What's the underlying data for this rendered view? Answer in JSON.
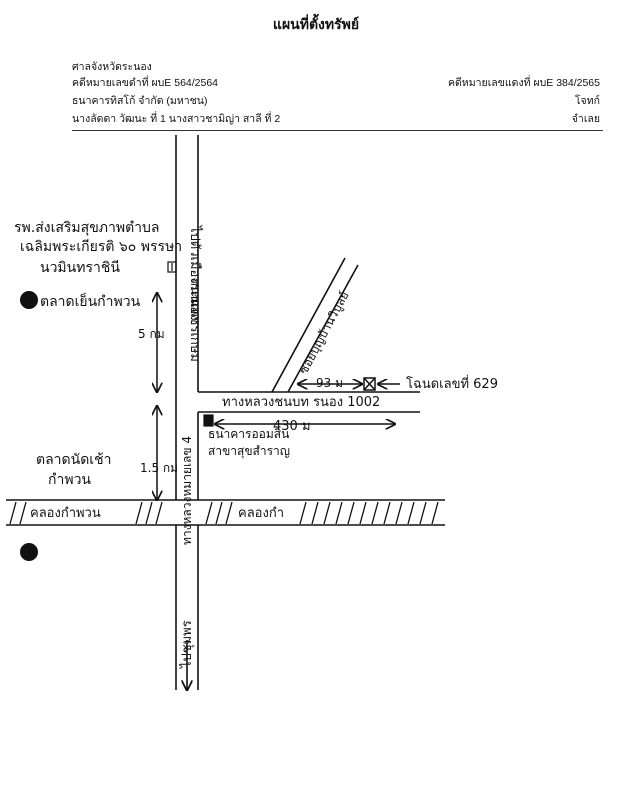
{
  "document": {
    "title": "แผนที่ตั้งทรัพย์",
    "court": "ศาลจังหวัดระนอง",
    "black_case": "คดีหมายเลขดำที่ ผบE 564/2564",
    "red_case": "คดีหมายเลขแดงที่ ผบE 384/2565",
    "plaintiff": "ธนาคารทิสโก้ จำกัด (มหาชน)",
    "plaintiff_role": "โจทก์",
    "defendant": "นางลัดดา วัฒนะ ที่ 1 นางสาวชามิญ่า สาลี ที่ 2",
    "defendant_role": "จำเลย"
  },
  "map": {
    "main_road_label": "ถนนเพชรเกษม",
    "highway_label": "ทางหลวงหมายเลข 4",
    "north_direction": "ไปตัวเมืองระนอง",
    "south_direction": "ไปชุมพร",
    "hospital_label_line1": "รพ.ส่งเสริมสุขภาพตำบล",
    "hospital_label_line2": "เฉลิมพระเกียรติ ๖๐ พรรษา",
    "hospital_label_line3": "นวมินทราชินี",
    "market_north": "ตลาดเย็นกำพวน",
    "market_south_line1": "ตลาดนัดเช้า",
    "market_south_line2": "กำพวน",
    "dist_north": "5 กม",
    "dist_south": "1.5 กม",
    "side_road": "ทางหลวงชนบท รนอง 1002",
    "dist_along_side": "430 ม",
    "soi_label": "ซอยบุญบ้านวิบูลย์",
    "dist_soi": "93 ม",
    "plot_label": "โฉนดเลขที่ 629",
    "bank_line1": "ธนาคารออมสิน",
    "bank_line2": "สาขาสุขสำราญ",
    "canal_west": "คลองกำพวน",
    "canal_east": "คลองกำ"
  }
}
